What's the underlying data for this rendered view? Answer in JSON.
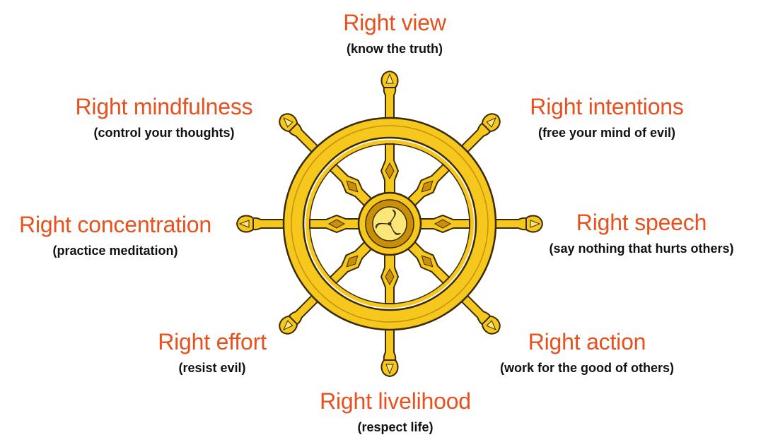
{
  "colors": {
    "title": "#e8501e",
    "description": "#111111",
    "wheel_fill": "#f6c81d",
    "wheel_light": "#fbe67a",
    "wheel_dark": "#c98f08",
    "outline": "#3a2a00"
  },
  "center_icon": "gankyil-swirl-icon",
  "paths": [
    {
      "key": "view",
      "title": "Right view",
      "description": "(know the truth)"
    },
    {
      "key": "intentions",
      "title": "Right intentions",
      "description": "(free your mind of evil)"
    },
    {
      "key": "speech",
      "title": "Right speech",
      "description": "(say nothing that hurts others)"
    },
    {
      "key": "action",
      "title": "Right action",
      "description": "(work for the good of others)"
    },
    {
      "key": "livelihood",
      "title": "Right livelihood",
      "description": "(respect life)"
    },
    {
      "key": "effort",
      "title": "Right effort",
      "description": "(resist evil)"
    },
    {
      "key": "concentration",
      "title": "Right concentration",
      "description": "(practice meditation)"
    },
    {
      "key": "mindfulness",
      "title": "Right mindfulness",
      "description": "(control your thoughts)"
    }
  ]
}
